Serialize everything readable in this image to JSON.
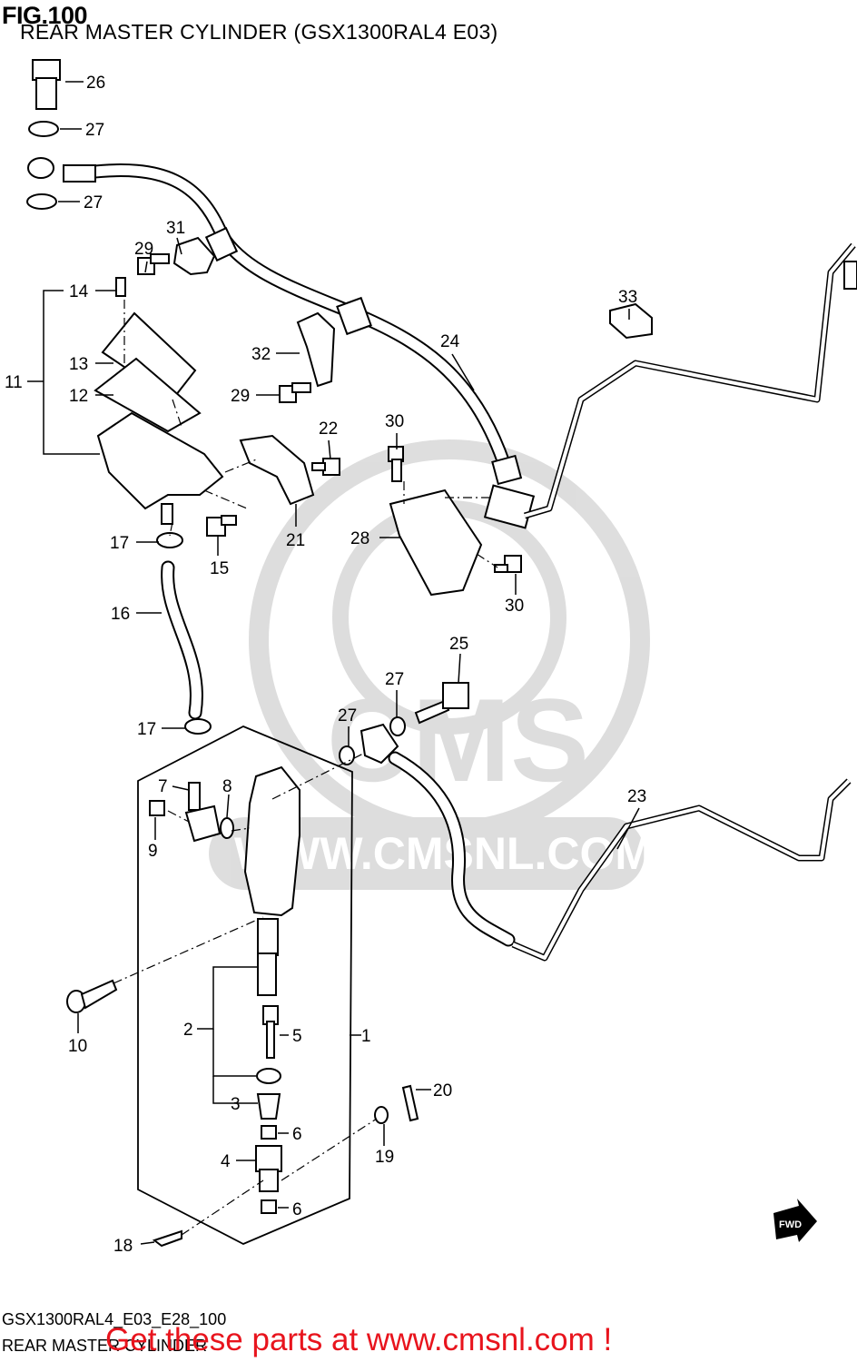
{
  "header": {
    "fig_label": "FIG.100",
    "subtitle": "REAR MASTER CYLINDER (GSX1300RAL4 E03)"
  },
  "watermark": {
    "text": "WWW.CMSNL.COM",
    "logo": "CMS"
  },
  "callouts": {
    "c1": "1",
    "c2": "2",
    "c3": "3",
    "c4": "4",
    "c5": "5",
    "c6a": "6",
    "c6b": "6",
    "c7": "7",
    "c8": "8",
    "c9": "9",
    "c10": "10",
    "c11": "11",
    "c12": "12",
    "c13": "13",
    "c14": "14",
    "c15": "15",
    "c16": "16",
    "c17a": "17",
    "c17b": "17",
    "c18": "18",
    "c19": "19",
    "c20": "20",
    "c21": "21",
    "c22": "22",
    "c23": "23",
    "c24": "24",
    "c25": "25",
    "c26": "26",
    "c27a": "27",
    "c27b": "27",
    "c27c": "27",
    "c27d": "27",
    "c28": "28",
    "c29a": "29",
    "c29b": "29",
    "c30a": "30",
    "c30b": "30",
    "c31": "31",
    "c32": "32",
    "c33": "33"
  },
  "fwd_label": "FWD",
  "footer": {
    "code": "GSX1300RAL4_E03_E28_100",
    "name": "REAR MASTER CYLINDER",
    "promo": "Get these parts at www.cmsnl.com !"
  }
}
